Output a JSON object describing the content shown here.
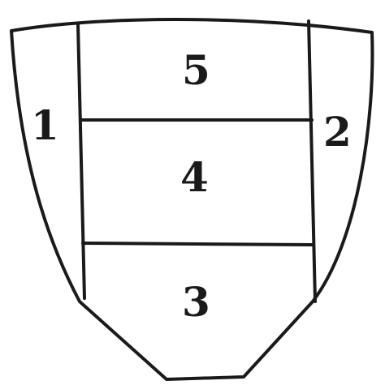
{
  "diagram": {
    "regions": [
      {
        "id": "region-1",
        "label": "1"
      },
      {
        "id": "region-2",
        "label": "2"
      },
      {
        "id": "region-3",
        "label": "3"
      },
      {
        "id": "region-4",
        "label": "4"
      },
      {
        "id": "region-5",
        "label": "5"
      }
    ],
    "line_color": "#1a1a1a",
    "background_color": "#ffffff"
  }
}
